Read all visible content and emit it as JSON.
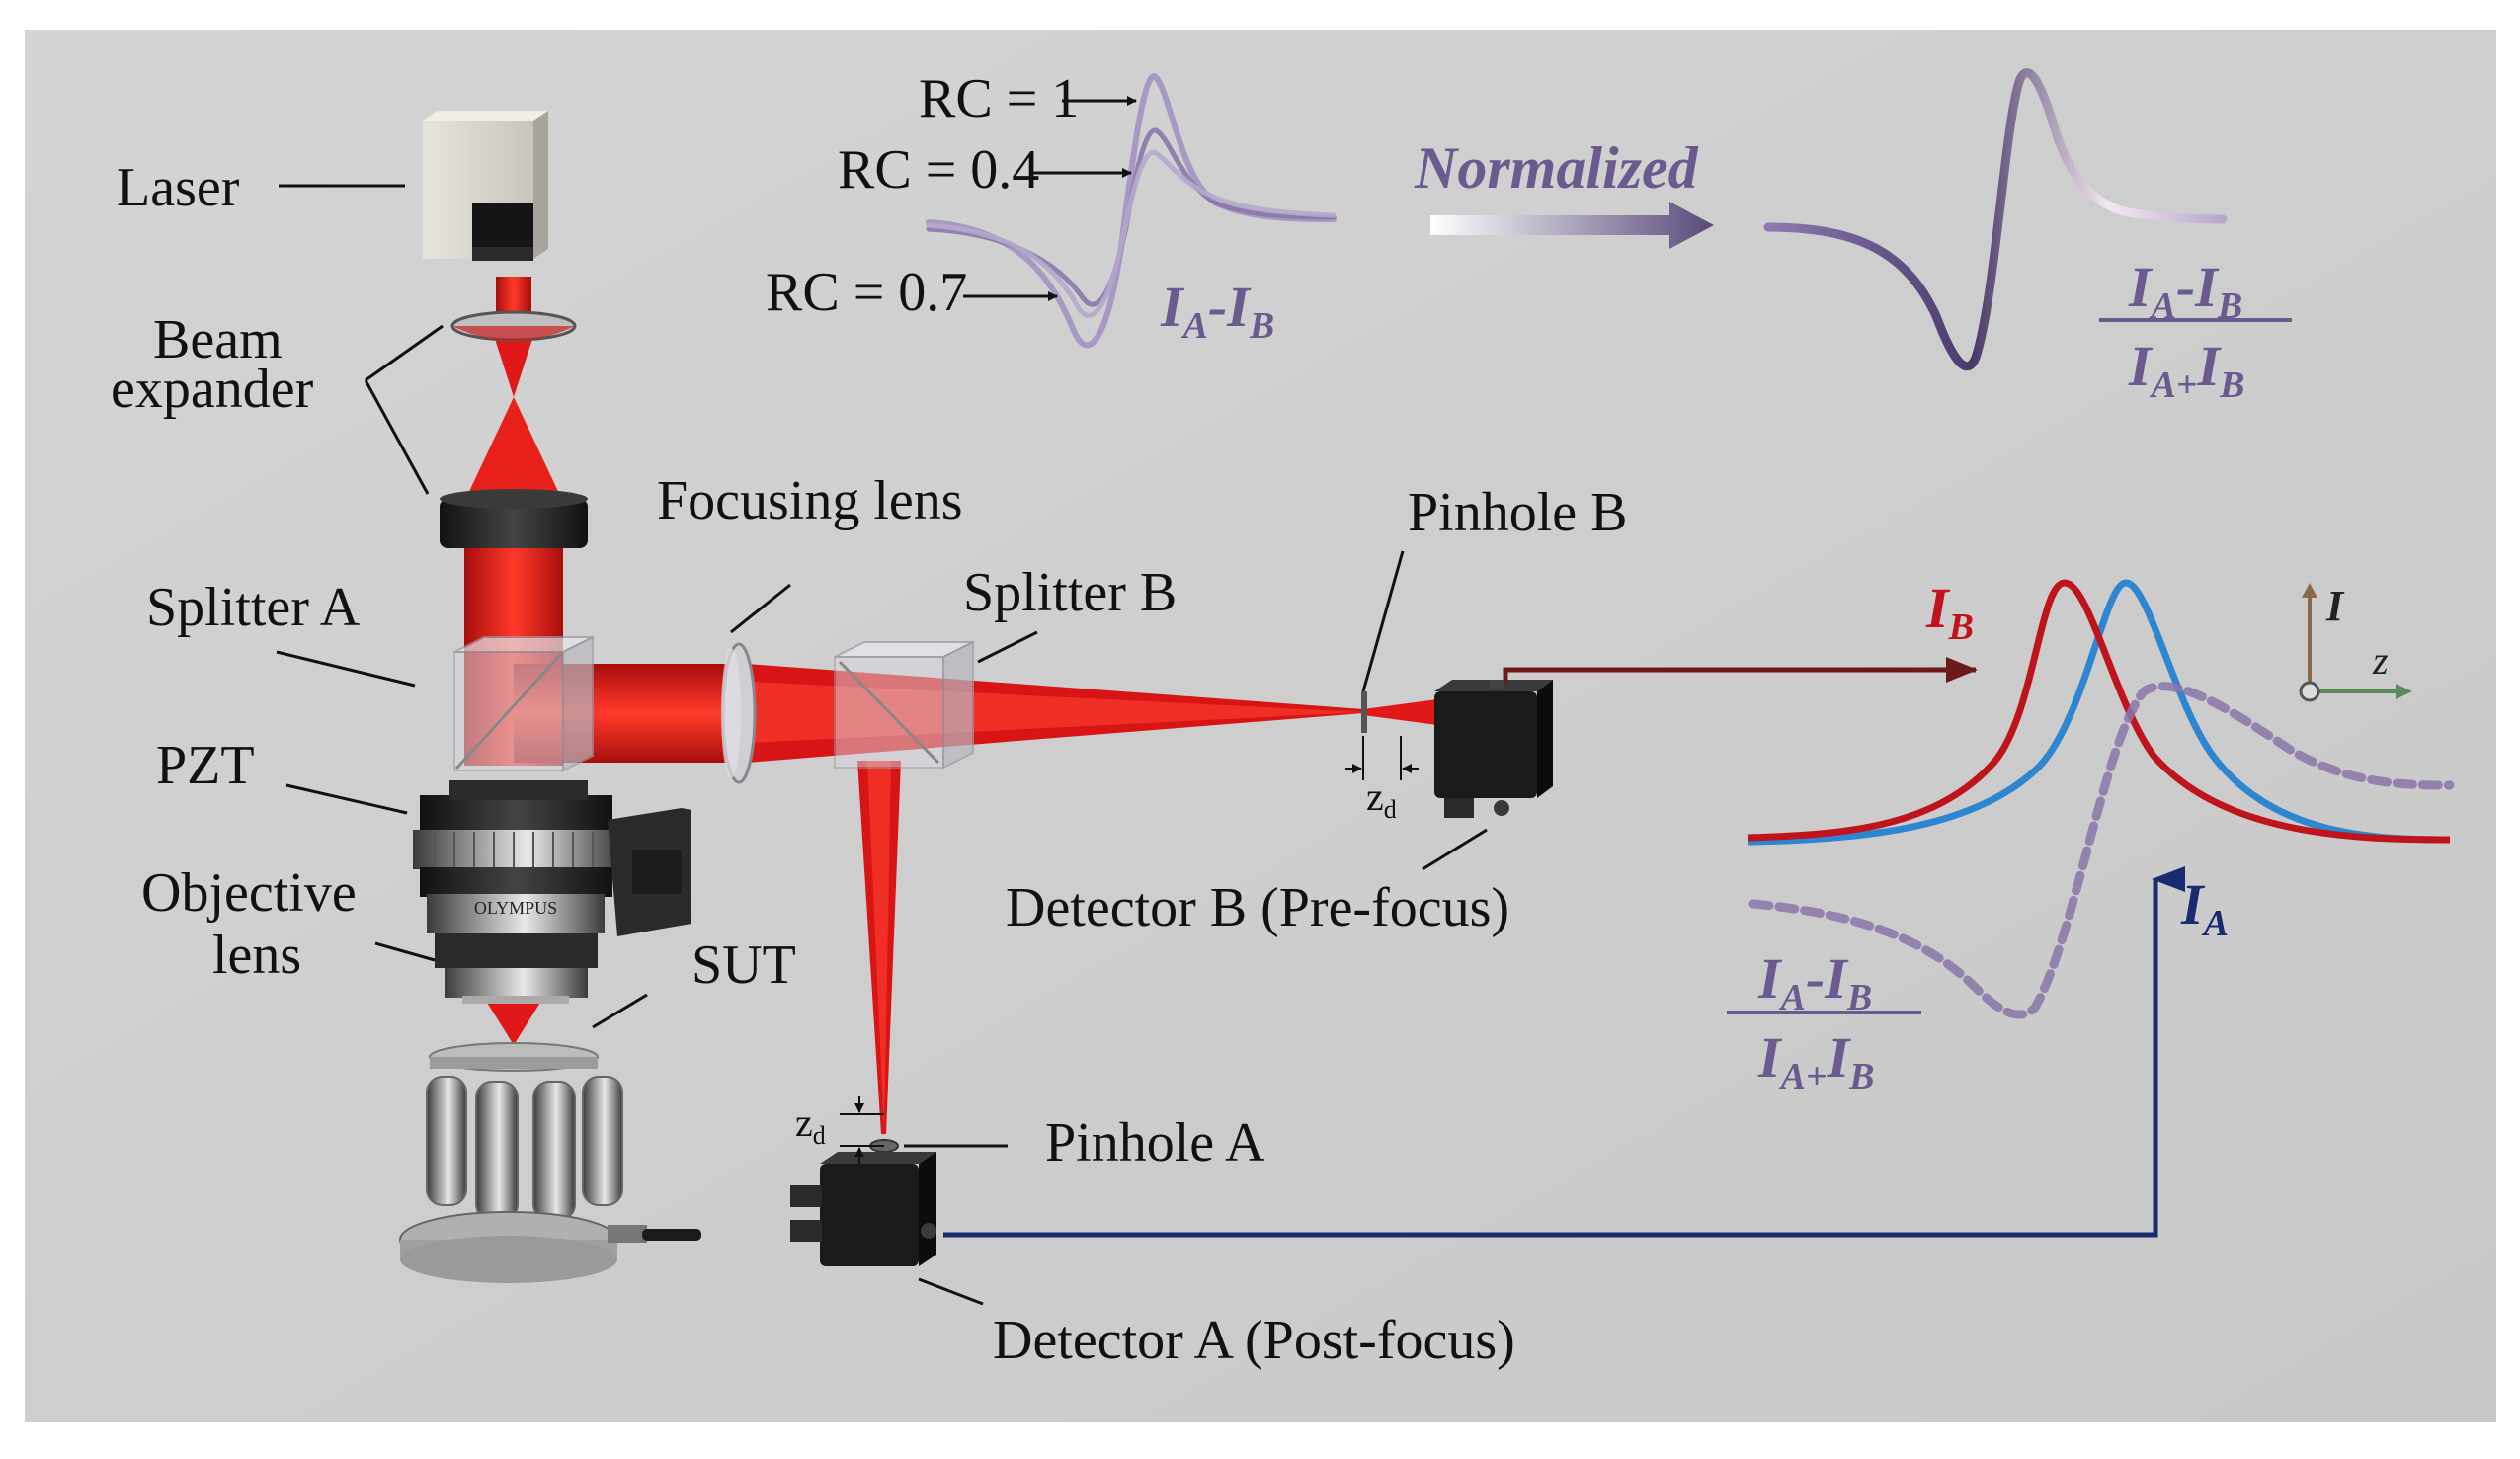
{
  "labels": {
    "laser": "Laser",
    "beam_expander_1": "Beam",
    "beam_expander_2": "expander",
    "splitter_a": "Splitter A",
    "pzt": "PZT",
    "objective_1": "Objective",
    "objective_2": "lens",
    "sut": "SUT",
    "focusing_lens": "Focusing lens",
    "splitter_b": "Splitter B",
    "pinhole_b": "Pinhole B",
    "detector_b": "Detector B (Pre-focus)",
    "pinhole_a": "Pinhole A",
    "detector_a": "Detector A (Post-focus)",
    "zd_main": "z",
    "zd_sub": "d",
    "objective_brand": "OLYMPUS"
  },
  "top_plot": {
    "rc_labels": [
      "RC = 1",
      "RC = 0.4",
      "RC = 0.7"
    ],
    "diff_main_a": "I",
    "diff_sub_a": "A",
    "diff_dash": "-I",
    "diff_sub_b": "B",
    "normalized": "Normalized",
    "norm_num_a": "I",
    "norm_num_sub_a": "A",
    "norm_num_dash": "-I",
    "norm_num_sub_b": "B",
    "norm_den_a": "I",
    "norm_den_sub_a": "A+",
    "norm_den_b": "I",
    "norm_den_sub_b": "B"
  },
  "right_plot": {
    "ib_main": "I",
    "ib_sub": "B",
    "ia_main": "I",
    "ia_sub": "A",
    "axis_i": "I",
    "axis_z": "z",
    "frac_num_a": "I",
    "frac_num_sub_a": "A",
    "frac_num_dash": "-I",
    "frac_num_sub_b": "B",
    "frac_den_a": "I",
    "frac_den_sub_a": "A+",
    "frac_den_b": "I",
    "frac_den_sub_b": "B"
  },
  "colors": {
    "background": "#d6d6d6",
    "beam": "#e01818",
    "ib_curve": "#c0141c",
    "ia_curve": "#2f86d0",
    "normalized_curve": "#8a76a8",
    "ia_signal_line": "#1a2a6e",
    "ib_signal_line": "#6a1a1a",
    "math_text": "#6a5a8e"
  }
}
